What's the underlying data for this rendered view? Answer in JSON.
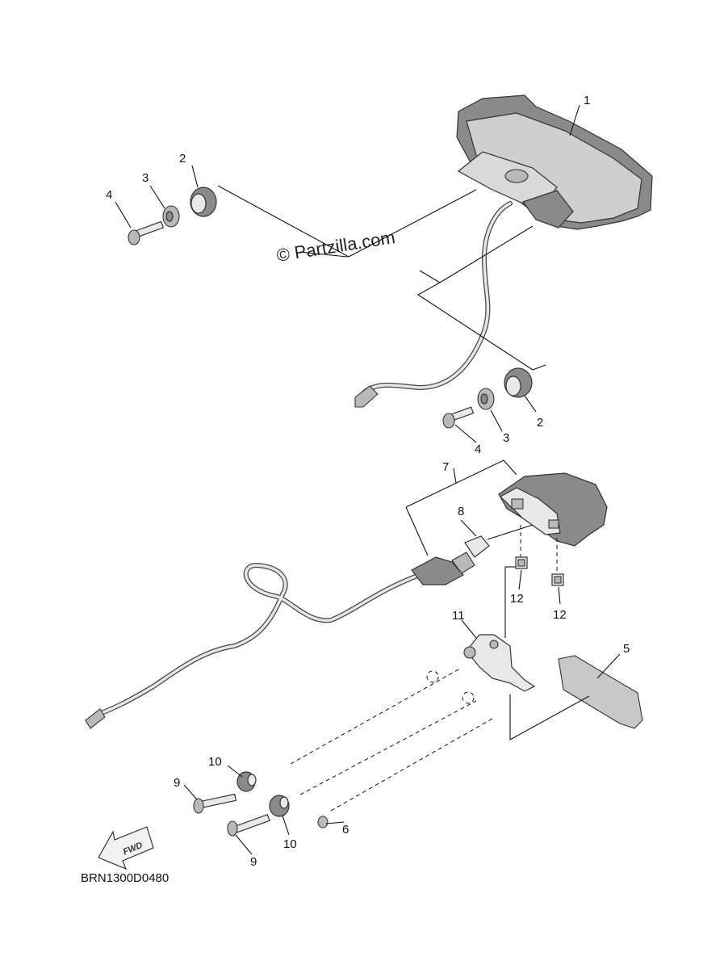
{
  "watermark": "© Partzilla.com",
  "diagram_code": "BRN1300D0480",
  "fwd_label": "FWD",
  "callouts": {
    "c1": "1",
    "c2a": "2",
    "c3a": "3",
    "c4a": "4",
    "c2b": "2",
    "c3b": "3",
    "c4b": "4",
    "c5": "5",
    "c6": "6",
    "c7": "7",
    "c8": "8",
    "c9a": "9",
    "c9b": "9",
    "c10a": "10",
    "c10b": "10",
    "c11": "11",
    "c12a": "12",
    "c12b": "12"
  }
}
